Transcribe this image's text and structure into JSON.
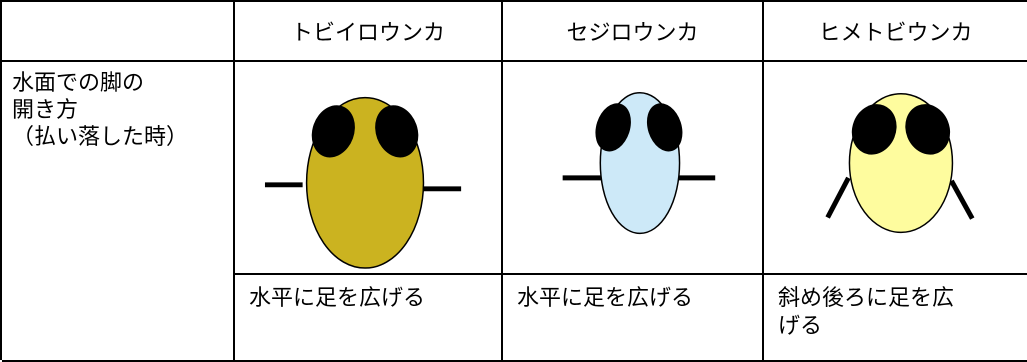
{
  "table": {
    "headers": [
      "",
      "トビイロウンカ",
      "セジロウンカ",
      "ヒメトビウンカ"
    ],
    "row_label": [
      "水面での脚の",
      "開き方",
      "（払い落した時）"
    ],
    "species": [
      {
        "body_color": "#CBB320",
        "leg_style": "horizontal",
        "description": "水平に足を広げる"
      },
      {
        "body_color": "#CDE9F8",
        "leg_style": "horizontal",
        "description": "水平に足を広げる"
      },
      {
        "body_color": "#FEFC9E",
        "leg_style": "diagonal",
        "description": "斜め後ろに足を広げる"
      }
    ],
    "description_lines_3": [
      "斜め後ろに足を広",
      "げる"
    ]
  }
}
